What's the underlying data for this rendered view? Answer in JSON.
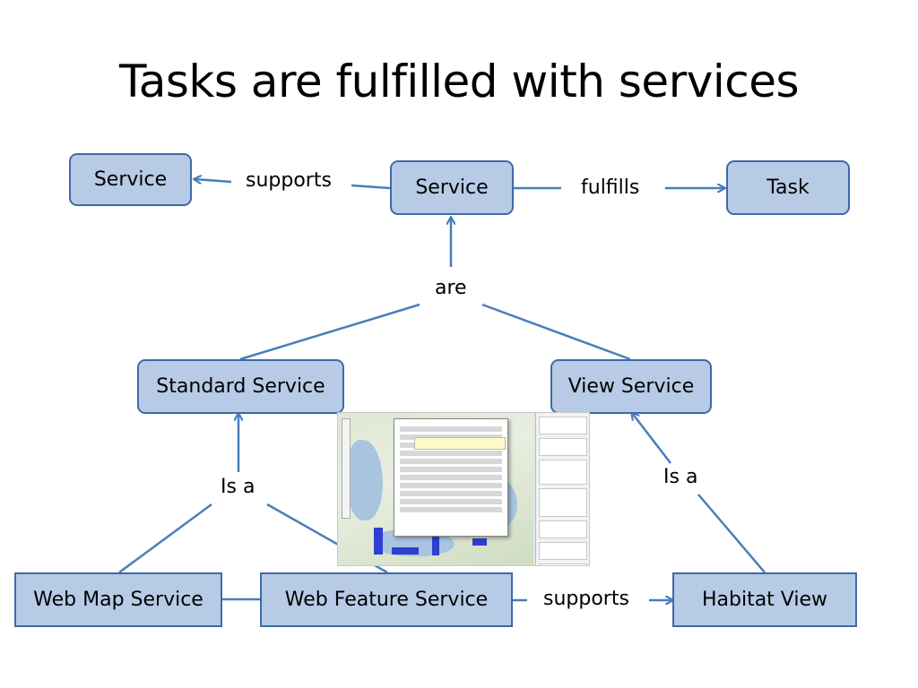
{
  "slide": {
    "title": "Tasks are fulfilled with services"
  },
  "nodes": {
    "service_left": "Service",
    "service_center": "Service",
    "task": "Task",
    "standard_service": "Standard Service",
    "view_service": "View Service",
    "web_map_service": "Web Map Service",
    "web_feature_service": "Web Feature Service",
    "habitat_view": "Habitat View"
  },
  "edge_labels": {
    "supports_top": "supports",
    "fulfills": "fulfills",
    "are": "are",
    "is_a_left": "Is a",
    "is_a_right": "Is a",
    "supports_bottom": "supports"
  },
  "colors": {
    "box_fill": "#b7cbe6",
    "box_border": "#3e6aa8",
    "line": "#4a7ebb"
  }
}
